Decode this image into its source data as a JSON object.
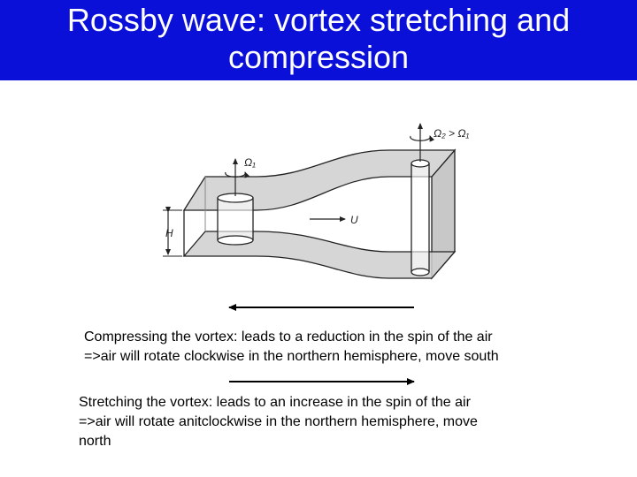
{
  "title": {
    "line1": "Rossby wave: vortex stretching and",
    "line2": "compression"
  },
  "diagram": {
    "omega_left": "Ω₁",
    "omega_right": "Ω₂ > Ω₁",
    "height_label": "H",
    "flow_label": "U"
  },
  "compression": {
    "line1": "Compressing the vortex: leads to a reduction in the spin of the air",
    "line2": "=>air will rotate clockwise in the northern hemisphere, move south"
  },
  "stretching": {
    "line1": "Stretching the vortex: leads to an increase in the spin of the air",
    "line2": "=>air will rotate anitclockwise in the northern hemisphere, move",
    "line3": "north"
  },
  "colors": {
    "title_bg": "#0a10d8",
    "title_text": "#ffffff",
    "surface_fill": "#cfcfcf"
  }
}
